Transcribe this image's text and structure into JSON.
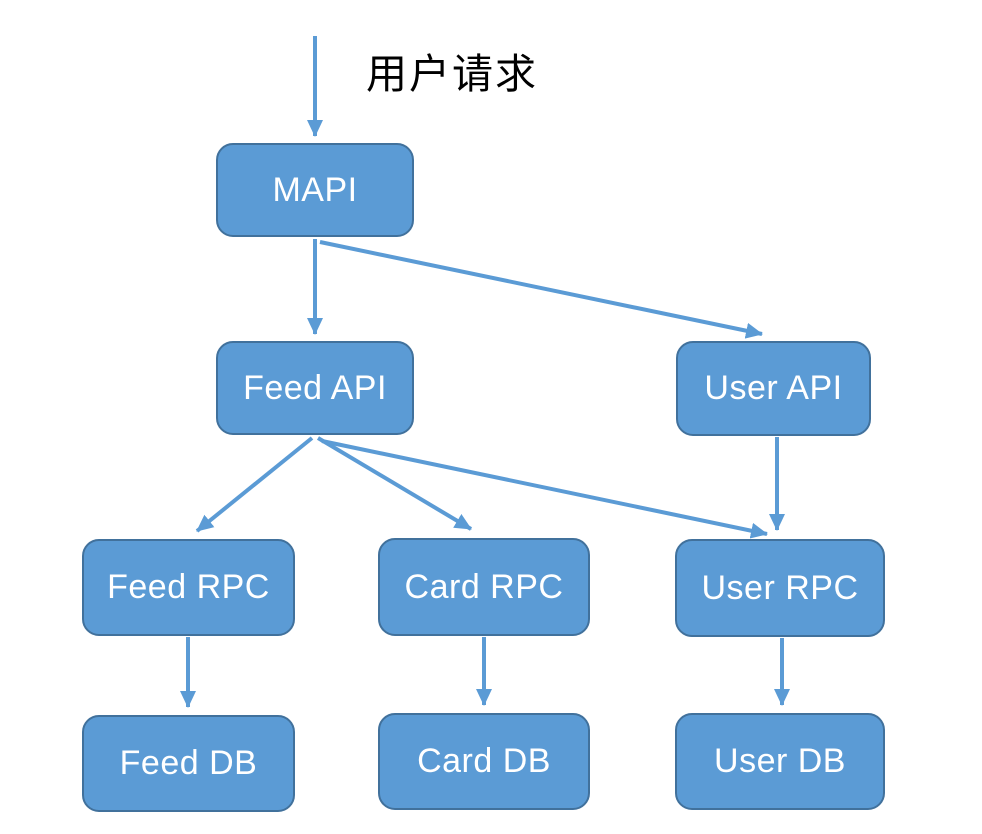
{
  "diagram": {
    "title": "用户请求",
    "nodes": {
      "mapi": {
        "label": "MAPI"
      },
      "feed_api": {
        "label": "Feed API"
      },
      "user_api": {
        "label": "User API"
      },
      "feed_rpc": {
        "label": "Feed RPC"
      },
      "card_rpc": {
        "label": "Card RPC"
      },
      "user_rpc": {
        "label": "User RPC"
      },
      "feed_db": {
        "label": "Feed DB"
      },
      "card_db": {
        "label": "Card DB"
      },
      "user_db": {
        "label": "User DB"
      }
    },
    "edges": [
      {
        "from": "user_request",
        "to": "mapi"
      },
      {
        "from": "mapi",
        "to": "feed_api"
      },
      {
        "from": "mapi",
        "to": "user_api"
      },
      {
        "from": "feed_api",
        "to": "feed_rpc"
      },
      {
        "from": "feed_api",
        "to": "card_rpc"
      },
      {
        "from": "feed_api",
        "to": "user_rpc"
      },
      {
        "from": "user_api",
        "to": "user_rpc"
      },
      {
        "from": "feed_rpc",
        "to": "feed_db"
      },
      {
        "from": "card_rpc",
        "to": "card_db"
      },
      {
        "from": "user_rpc",
        "to": "user_db"
      }
    ],
    "colors": {
      "node_fill": "#5B9BD5",
      "node_border": "#41719C",
      "node_text": "#FFFFFF",
      "arrow": "#5B9BD5",
      "title_text": "#000000"
    }
  }
}
